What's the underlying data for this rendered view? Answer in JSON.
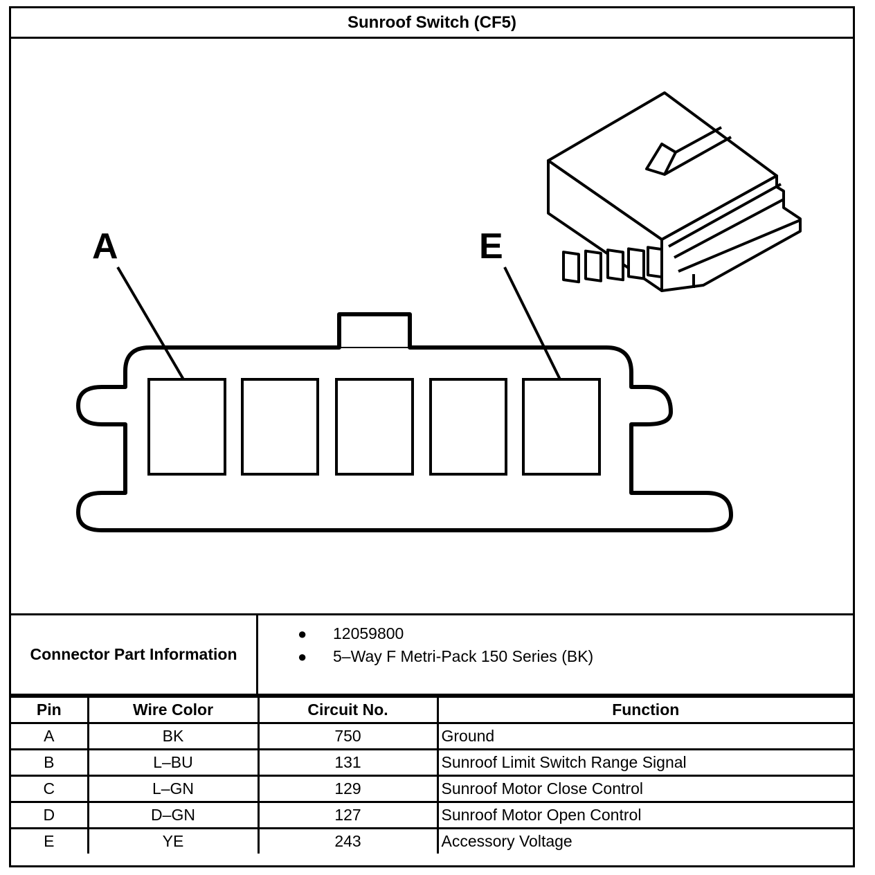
{
  "title": "Sunroof Switch (CF5)",
  "diagram": {
    "pin_labels": [
      "A",
      "E"
    ]
  },
  "connector_info": {
    "label": "Connector Part Information",
    "items": [
      "12059800",
      "5–Way F Metri-Pack 150 Series (BK)"
    ]
  },
  "table": {
    "headers": [
      "Pin",
      "Wire Color",
      "Circuit No.",
      "Function"
    ],
    "rows": [
      {
        "pin": "A",
        "wire_color": "BK",
        "circuit": "750",
        "function": "Ground"
      },
      {
        "pin": "B",
        "wire_color": "L–BU",
        "circuit": "131",
        "function": "Sunroof Limit Switch Range Signal"
      },
      {
        "pin": "C",
        "wire_color": "L–GN",
        "circuit": "129",
        "function": "Sunroof Motor Close Control"
      },
      {
        "pin": "D",
        "wire_color": "D–GN",
        "circuit": "127",
        "function": "Sunroof Motor Open Control"
      },
      {
        "pin": "E",
        "wire_color": "YE",
        "circuit": "243",
        "function": "Accessory Voltage"
      }
    ]
  }
}
